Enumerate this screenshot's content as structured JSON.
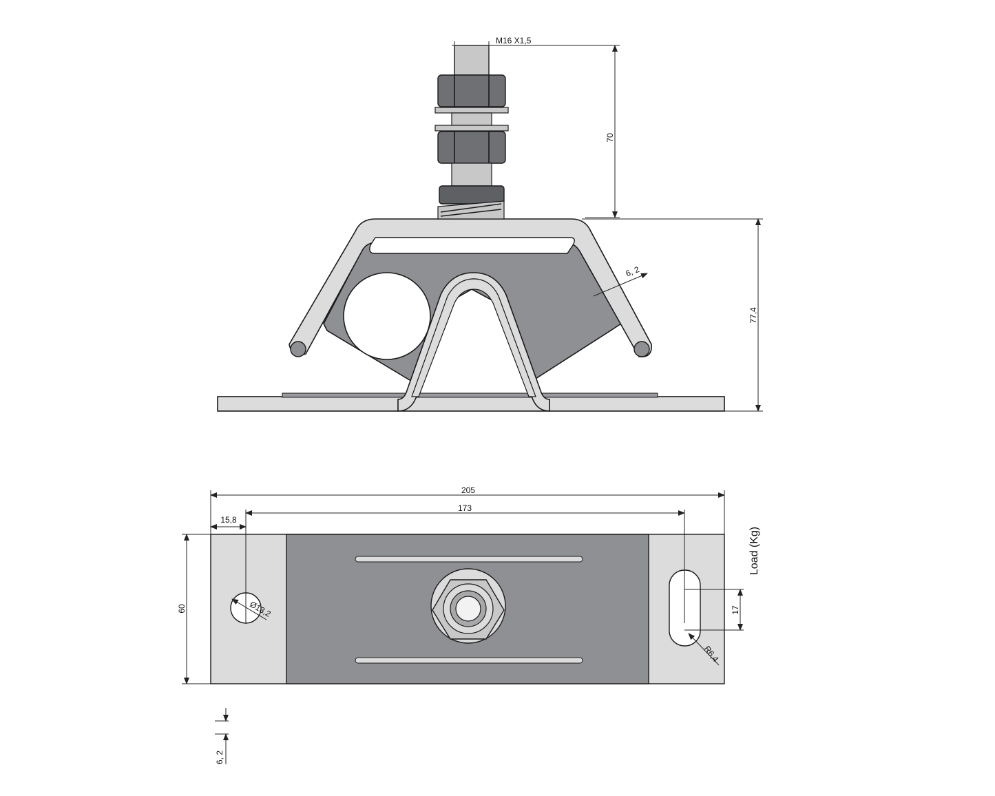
{
  "drawing": {
    "thread_label": "M16 X1,5",
    "dims": {
      "stud_height": "70",
      "total_height": "77,4",
      "plate_thickness_side": "6, 2",
      "overall_length": "205",
      "hole_spacing": "173",
      "edge_offset": "15,8",
      "width": "60",
      "hole_diameter": "Ø13,2",
      "slot_length": "17",
      "slot_radius": "R6,4",
      "plate_thickness": "6, 2"
    },
    "load_label": "Load (Kg)"
  },
  "colors": {
    "light_metal": "#dcdcdc",
    "dark_rubber": "#8f9093",
    "nut_dark": "#6f7074",
    "stud": "#c8c8c8"
  }
}
